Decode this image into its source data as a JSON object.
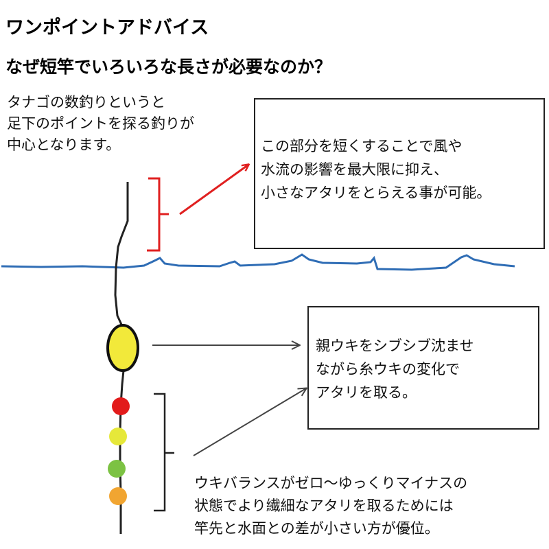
{
  "title": "ワンポイントアドバイス",
  "subtitle": "なぜ短竿でいろいろな長さが必要なのか？",
  "intro_lines": [
    "タナゴの数釣りというと",
    "足下のポイントを探る釣りが",
    "中心となります。"
  ],
  "callout_top": {
    "lines": [
      "この部分を短くすることで風や",
      "水流の影響を最大限に抑え、",
      "小さなアタリをとらえる事が可能。"
    ]
  },
  "callout_float": {
    "lines": [
      "親ウキをシブシブ沈ませ",
      "ながら糸ウキの変化で",
      "アタリを取る。"
    ]
  },
  "bottom_note": {
    "lines": [
      "ウキバランスがゼロ〜ゆっくりマイナスの",
      "状態でより繊細なアタリを取るためには",
      "竿先と水面との差が小さい方が優位。"
    ]
  },
  "colors": {
    "water": "#2f6db5",
    "bracket_top": "#e02020",
    "arrow_top": "#e02020",
    "main_float": "#f2e93a",
    "bead_1": "#e21b1b",
    "bead_2": "#e6e83a",
    "bead_3": "#7cc243",
    "bead_4": "#f1a531",
    "line": "#222222",
    "arrow_gray": "#444444"
  }
}
